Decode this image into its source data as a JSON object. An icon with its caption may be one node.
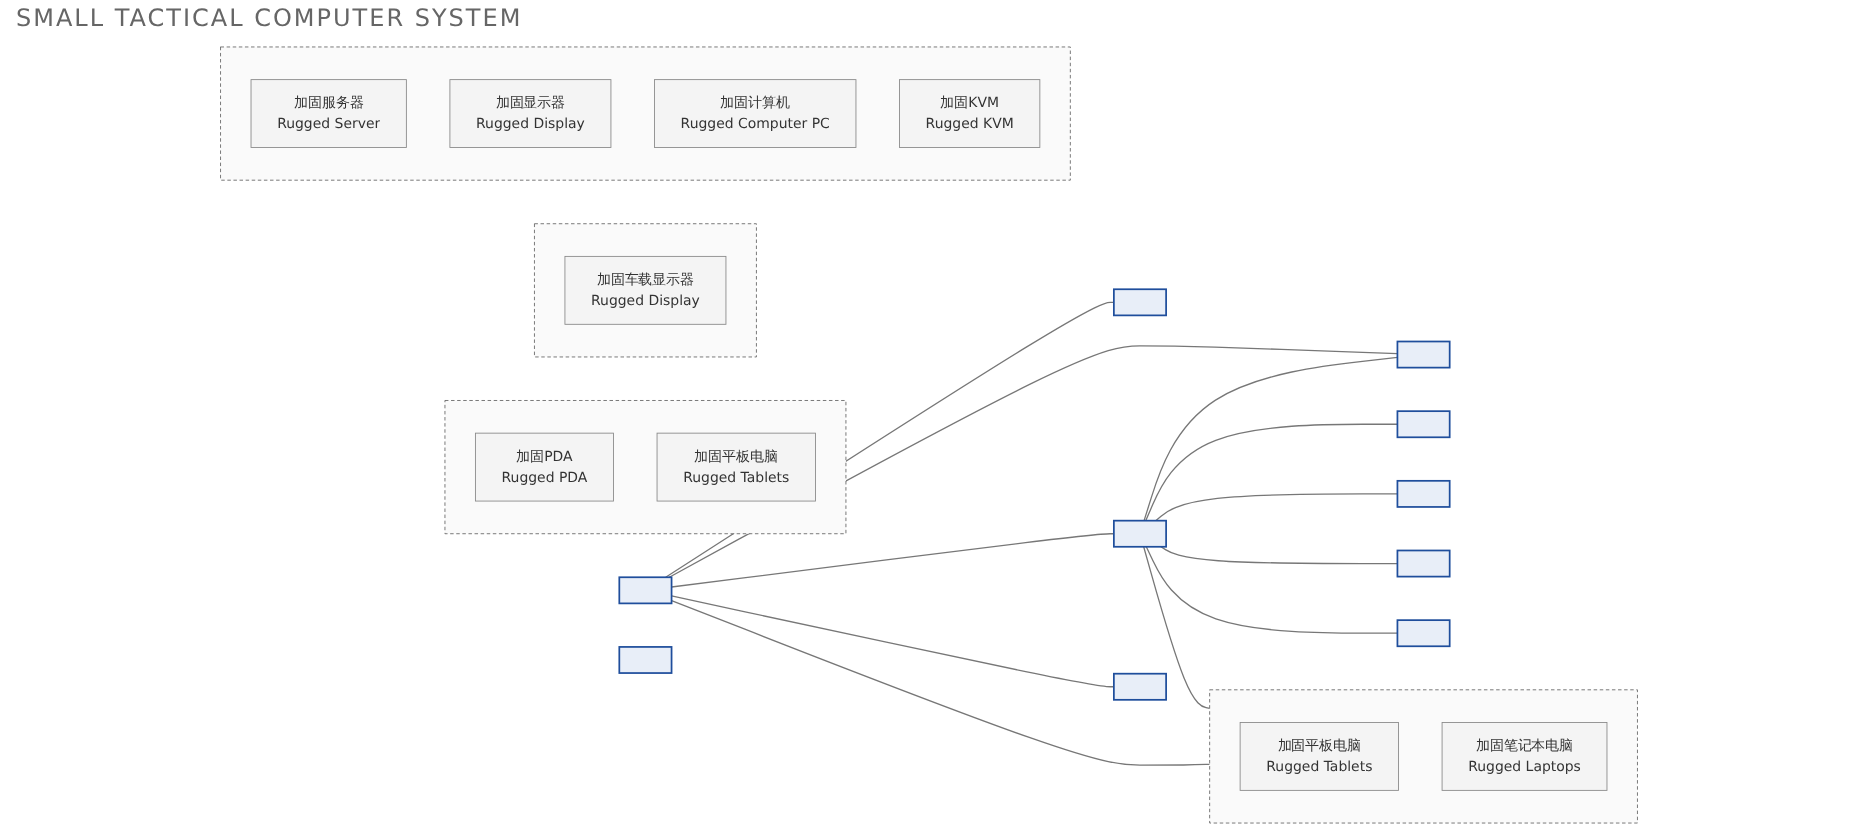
{
  "diagram": {
    "title": "SMALL TACTICAL COMPUTER SYSTEM",
    "nodes": [
      {
        "text": [],
        "shape": "box"
      },
      {
        "text": [],
        "shape": "box"
      },
      {
        "text": [],
        "shape": "box"
      },
      {
        "text": [],
        "shape": "box"
      },
      {
        "text": [],
        "shape": "box"
      },
      {
        "text": [],
        "shape": "box"
      },
      {
        "text": [],
        "shape": "box"
      },
      {
        "text": [
          "加固平板电脑",
          "Rugged Tablets"
        ],
        "in": 6
      },
      {
        "text": [
          "加固笔记本电脑",
          "Rugged Laptops"
        ],
        "in": 6
      },
      {
        "text": [],
        "shape": "box"
      },
      {
        "text": [],
        "shape": "box"
      },
      {
        "text": [
          "加固PDA",
          "Rugged PDA"
        ],
        "in": 10
      },
      {
        "text": [
          "加固平板电脑",
          "Rugged Tablets"
        ],
        "in": 10
      },
      {
        "text": [],
        "shape": "box"
      },
      {
        "text": [],
        "shape": "box"
      },
      {
        "text": [
          "加固车载显示器",
          "Rugged Display"
        ],
        "in": 14
      },
      {
        "text": [],
        "shape": "box"
      },
      {
        "text": [],
        "shape": "box"
      },
      {
        "text": [],
        "shape": "box"
      },
      {
        "text": [
          "加固服务器",
          "Rugged Server"
        ],
        "in": 18
      },
      {
        "text": [
          "加固显示器",
          "Rugged Display"
        ],
        "in": 18
      },
      {
        "text": [
          "加固计算机",
          "Rugged Computer PC"
        ],
        "in": 18
      },
      {
        "text": [
          "加固KVM",
          "Rugged KVM"
        ],
        "in": 18
      }
    ],
    "edges": [
      {
        "from": 0,
        "to": 2,
        "arrow": "none"
      },
      {
        "from": 0,
        "to": 3,
        "arrow": "none"
      },
      {
        "from": 0,
        "to": 4,
        "arrow": "none"
      },
      {
        "from": 0,
        "to": 5,
        "arrow": "none"
      },
      {
        "from": 0,
        "to": 6,
        "arrow": "none"
      },
      {
        "from": 4,
        "to": 3,
        "arrow": "none"
      },
      {
        "from": 4,
        "to": 6,
        "arrow": "none"
      },
      {
        "from": 4,
        "to": 9,
        "arrow": "none"
      },
      {
        "from": 4,
        "to": 13,
        "arrow": "none"
      },
      {
        "from": 4,
        "to": 16,
        "arrow": "none"
      },
      {
        "from": 4,
        "to": 17,
        "arrow": "none"
      }
    ]
  }
}
